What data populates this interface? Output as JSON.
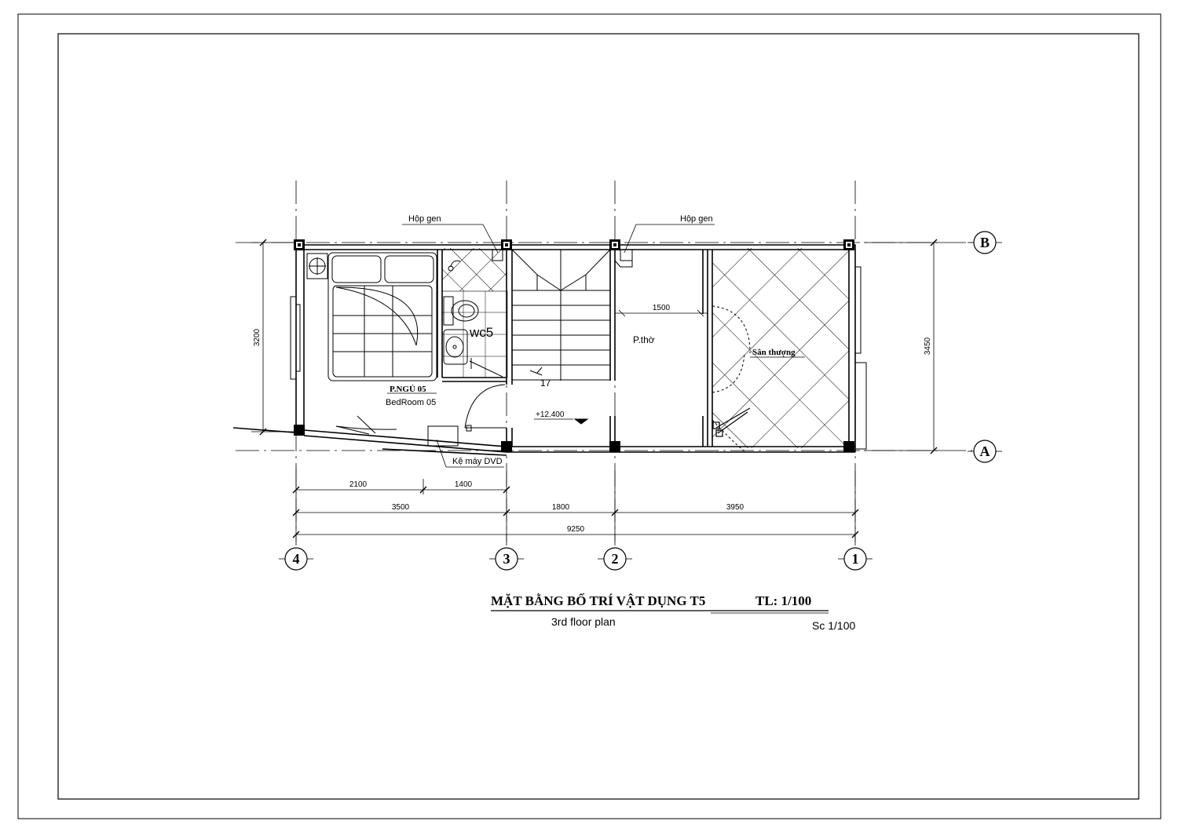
{
  "title": "MẶT BẰNG BỐ TRÍ VẬT DỤNG T5",
  "scale_label": "TL: 1/100",
  "subtitle": "3rd floor plan",
  "scale_english": "Sc 1/100",
  "axes": {
    "vertical": [
      "4",
      "3",
      "2",
      "1"
    ],
    "horizontal": [
      "B",
      "A"
    ]
  },
  "rooms": {
    "bedroom_vn": "P.NGỦ 05",
    "bedroom_en": "BedRoom 05",
    "wc": "wc5",
    "altar": "P.thờ",
    "terrace": "Sân thượng"
  },
  "labels": {
    "duct_left": "Hộp gen",
    "duct_right": "Hộp gen",
    "dvd_shelf": "Kệ máy DVD",
    "stair_count": "17",
    "elevation": "+12.400"
  },
  "dimensions": {
    "d2100": "2100",
    "d1400": "1400",
    "d3500": "3500",
    "d1800": "1800",
    "d3950": "3950",
    "d9250": "9250",
    "d1500": "1500",
    "d3200": "3200",
    "d3450": "3450"
  }
}
